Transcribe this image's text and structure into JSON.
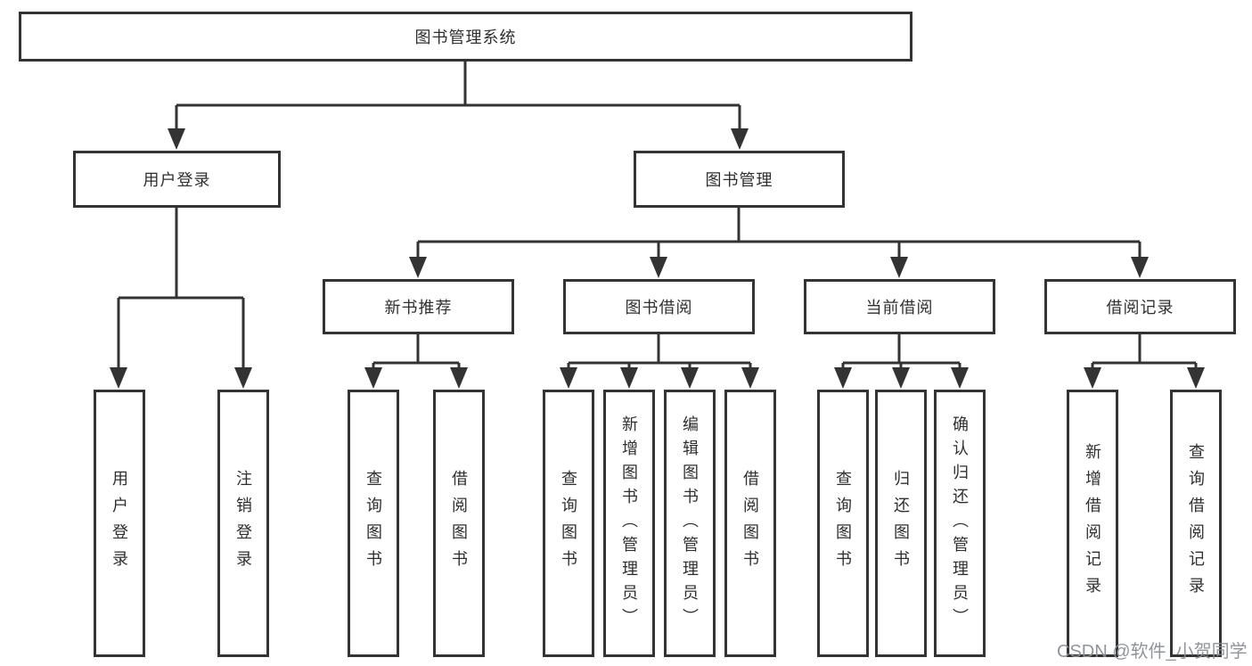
{
  "diagram": {
    "type": "hierarchy-tree",
    "colors": {
      "line": "#333333",
      "text": "#2f2f2f",
      "background": "#ffffff",
      "watermark": "#8a8f96"
    },
    "root": "图书管理系统",
    "branches": {
      "user_login": "用户登录",
      "book_management": "图书管理"
    },
    "modules": {
      "new_book_recommend": "新书推荐",
      "book_borrow": "图书借阅",
      "current_borrow": "当前借阅",
      "borrow_records": "借阅记录"
    },
    "leaves": {
      "user_login": [
        "用户登录",
        "注销登录"
      ],
      "new_book_recommend": [
        "查询图书",
        "借阅图书"
      ],
      "book_borrow": [
        "查询图书",
        "新增图书（管理员）",
        "编辑图书（管理员）",
        "借阅图书"
      ],
      "current_borrow": [
        "查询图书",
        "归还图书",
        "确认归还（管理员）"
      ],
      "borrow_records": [
        "新增借阅记录",
        "查询借阅记录"
      ]
    },
    "watermark": "CSDN @软件_小贺同学"
  }
}
